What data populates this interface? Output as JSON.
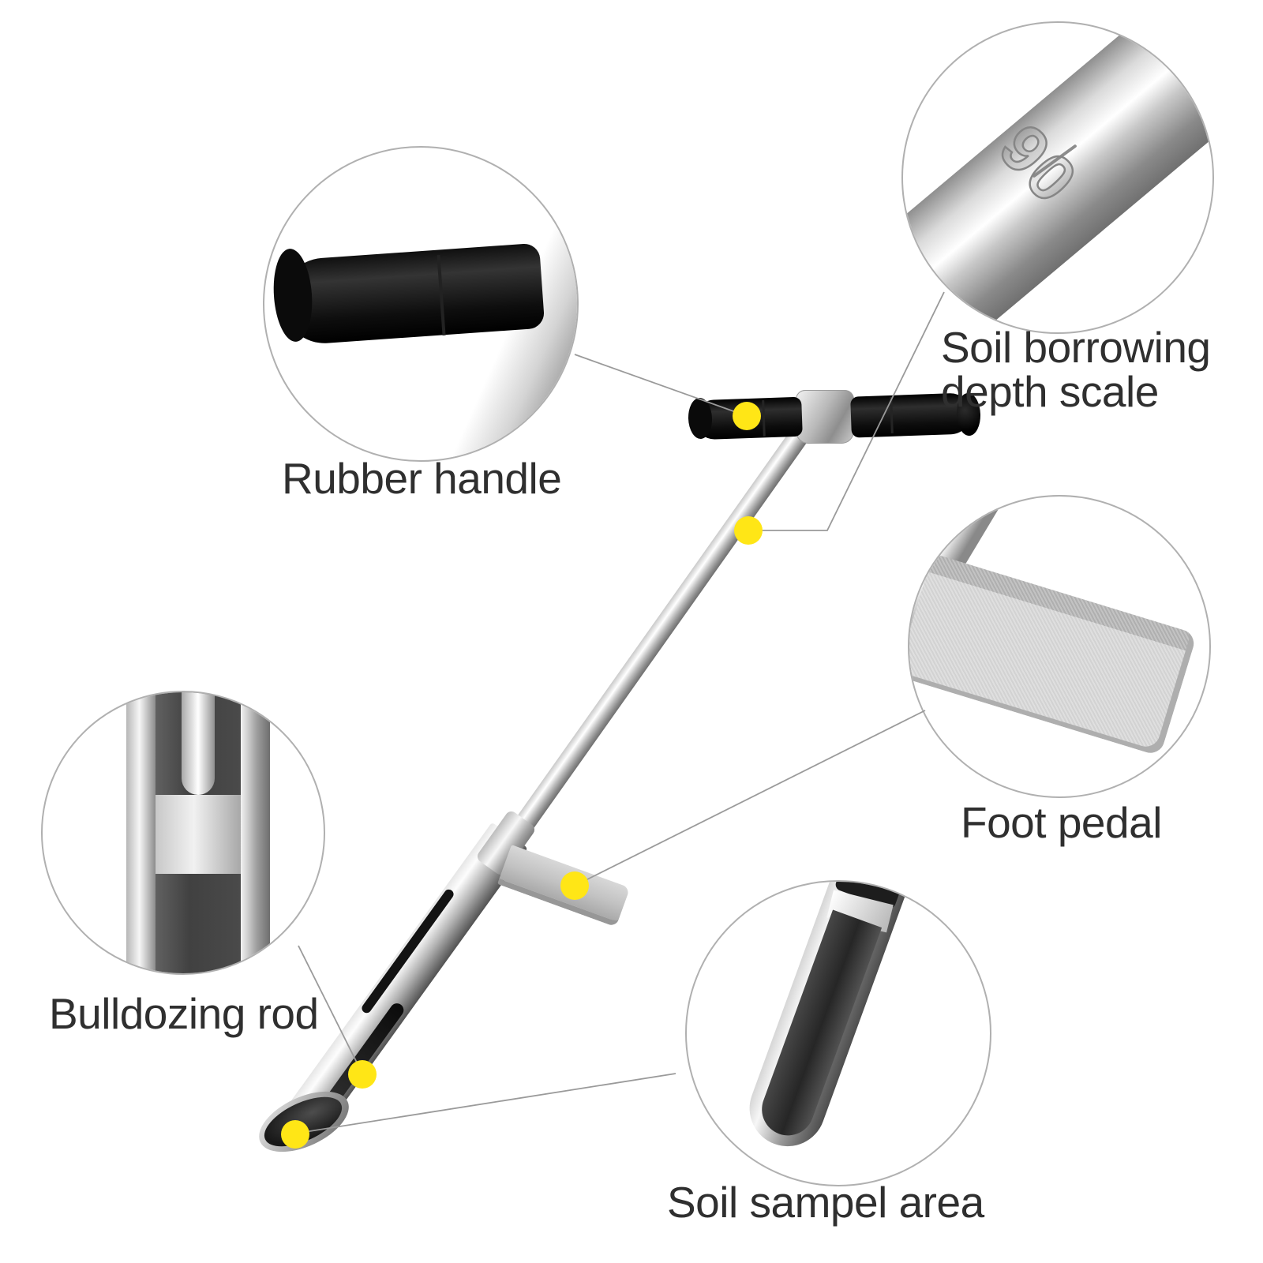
{
  "diagram": {
    "type": "annotated-product-diagram",
    "subject": "soil sampler probe tool",
    "callouts": {
      "rubber_handle": {
        "label": "Rubber handle"
      },
      "depth_scale": {
        "label_line1": "Soil borrowing",
        "label_line2": "depth scale",
        "marking": "90"
      },
      "foot_pedal": {
        "label": "Foot pedal"
      },
      "bulldozing_rod": {
        "label": "Bulldozing rod"
      },
      "soil_sample": {
        "label": "Soil sampel area"
      }
    },
    "colors": {
      "highlight_dot": "#ffe616",
      "leader_line": "#9a9a9a",
      "label_text": "#2f2f2f",
      "background": "#ffffff",
      "rubber": "#111111",
      "metal": "#c9c9c9"
    }
  }
}
